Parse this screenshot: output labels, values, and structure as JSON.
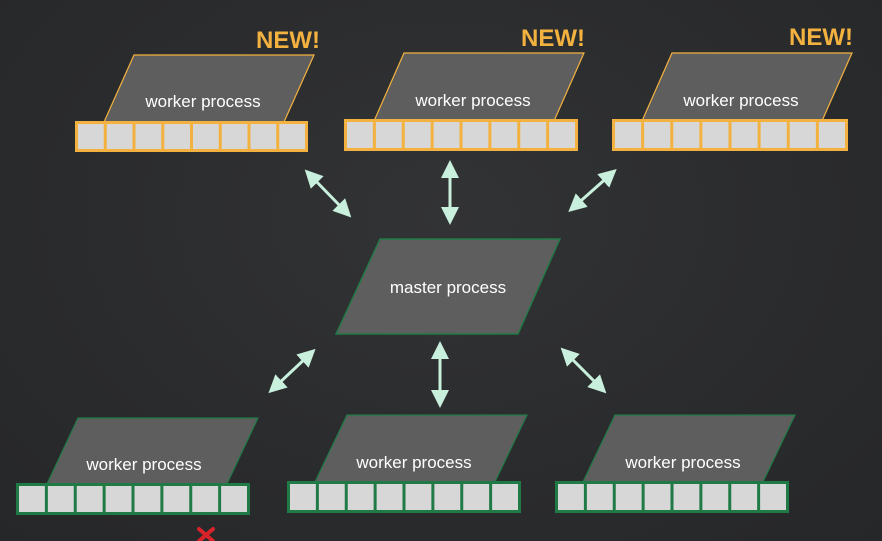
{
  "diagram": {
    "master": {
      "label": "master process"
    },
    "new_workers": [
      {
        "label": "worker process",
        "badge": "NEW!"
      },
      {
        "label": "worker process",
        "badge": "NEW!"
      },
      {
        "label": "worker process",
        "badge": "NEW!"
      }
    ],
    "old_workers": [
      {
        "label": "worker process",
        "crossed": true
      },
      {
        "label": "worker process",
        "crossed": false
      },
      {
        "label": "worker process",
        "crossed": false
      }
    ],
    "queue_slots": 8,
    "colors": {
      "new_outline": "#f3b23f",
      "old_outline": "#1f7a45",
      "arrow": "#c8f0dc",
      "cross": "#d8232a",
      "box_fill": "#5e5e5e",
      "slot_fill": "#d7d7d7"
    }
  }
}
